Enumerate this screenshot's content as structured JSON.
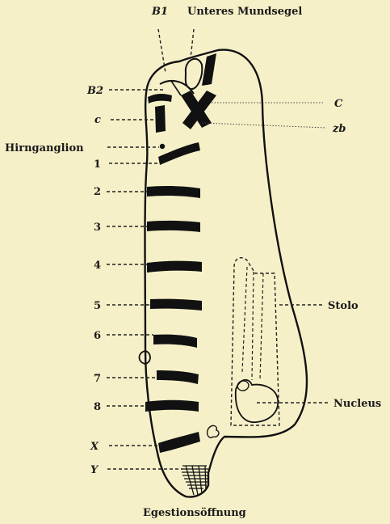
{
  "figure": {
    "labels": {
      "b1": "B1",
      "unteres_mundsegel": "Unteres Mundsegel",
      "b2": "B2",
      "c_lower": "c",
      "c_upper": "C",
      "zb": "zb",
      "hirnganglion": "Hirnganglion",
      "stolo": "Stolo",
      "nucleus": "Nucleus",
      "x": "X",
      "y": "Y",
      "egestionsoeffnung": "Egestionsöffnung"
    },
    "muscle_band_numbers": [
      "1",
      "2",
      "3",
      "4",
      "5",
      "6",
      "7",
      "8"
    ]
  }
}
